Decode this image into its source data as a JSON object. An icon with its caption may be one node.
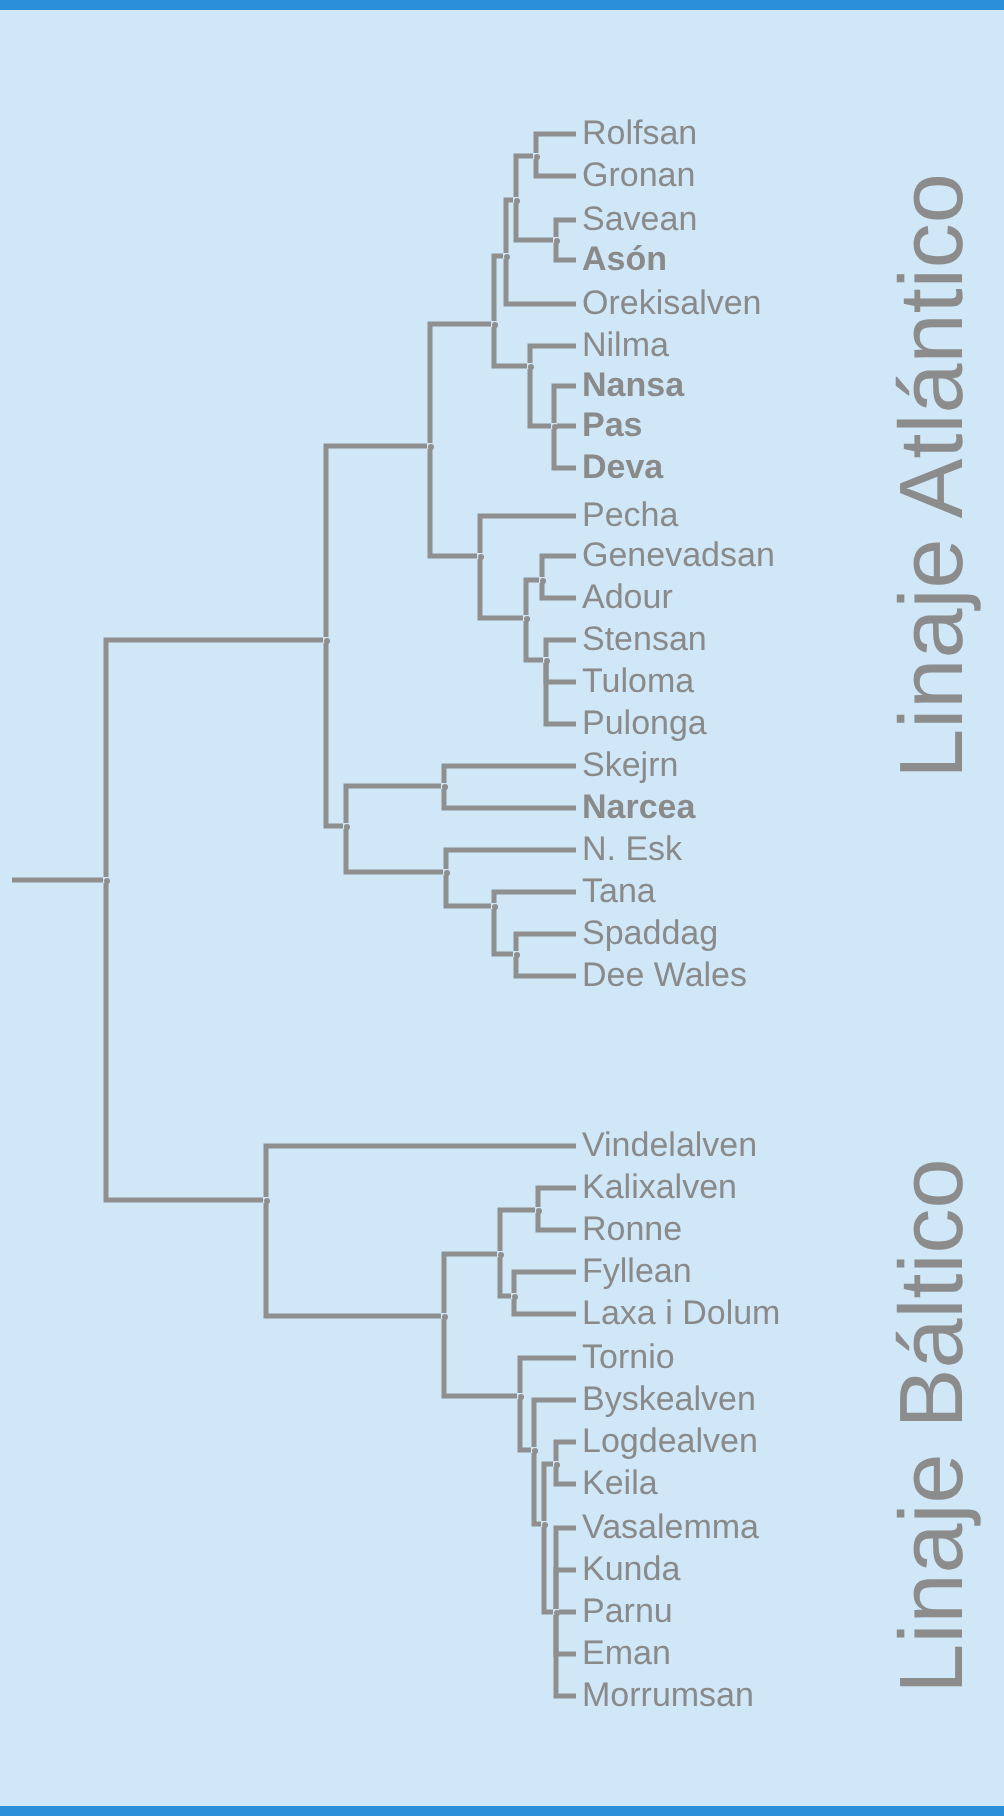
{
  "diagram": {
    "nodes": [
      {
        "text": [],
        "shape": "point"
      },
      {
        "text": [],
        "shape": "point"
      },
      {
        "text": [],
        "shape": "point"
      },
      {
        "text": [],
        "shape": "point"
      },
      {
        "text": [],
        "shape": "point"
      },
      {
        "text": [],
        "shape": "point"
      },
      {
        "text": [],
        "shape": "point"
      },
      {
        "text": [
          "Rolfsan"
        ]
      },
      {
        "text": [
          "Gronan"
        ]
      },
      {
        "text": [],
        "shape": "point"
      },
      {
        "text": [
          "Savean"
        ]
      },
      {
        "text": [
          "**Asón**"
        ]
      },
      {
        "text": [
          "Orekisalven"
        ]
      },
      {
        "text": [],
        "shape": "point"
      },
      {
        "text": [
          "Nilma"
        ]
      },
      {
        "text": [],
        "shape": "point"
      },
      {
        "text": [
          "**Nansa**"
        ]
      },
      {
        "text": [
          "**Pas**"
        ]
      },
      {
        "text": [
          "**Deva**"
        ]
      },
      {
        "text": [],
        "shape": "point"
      },
      {
        "text": [
          "Pecha"
        ]
      },
      {
        "text": [],
        "shape": "point"
      },
      {
        "text": [],
        "shape": "point"
      },
      {
        "text": [
          "Genevadsan"
        ]
      },
      {
        "text": [
          "Adour"
        ]
      },
      {
        "text": [],
        "shape": "point"
      },
      {
        "text": [
          "Stensan"
        ]
      },
      {
        "text": [
          "Tuloma"
        ]
      },
      {
        "text": [
          "Pulonga"
        ]
      },
      {
        "text": [],
        "shape": "point"
      },
      {
        "text": [],
        "shape": "point"
      },
      {
        "text": [
          "Skejrn"
        ]
      },
      {
        "text": [
          "**Narcea**"
        ]
      },
      {
        "text": [],
        "shape": "point"
      },
      {
        "text": [
          "N. Esk"
        ]
      },
      {
        "text": [],
        "shape": "point"
      },
      {
        "text": [
          "Tana"
        ]
      },
      {
        "text": [],
        "shape": "point"
      },
      {
        "text": [
          "Spaddag"
        ]
      },
      {
        "text": [
          "Dee Wales"
        ]
      },
      {
        "text": [],
        "shape": "point"
      },
      {
        "text": [
          "Vindelalven"
        ]
      },
      {
        "text": [],
        "shape": "point"
      },
      {
        "text": [],
        "shape": "point"
      },
      {
        "text": [],
        "shape": "point"
      },
      {
        "text": [
          "Kalixalven"
        ]
      },
      {
        "text": [
          "Ronne"
        ]
      },
      {
        "text": [],
        "shape": "point"
      },
      {
        "text": [
          "Fyllean"
        ]
      },
      {
        "text": [
          "Laxa i Dolum"
        ]
      },
      {
        "text": [],
        "shape": "point"
      },
      {
        "text": [
          "Tornio"
        ]
      },
      {
        "text": [],
        "shape": "point"
      },
      {
        "text": [
          "Byskealven"
        ]
      },
      {
        "text": [],
        "shape": "point"
      },
      {
        "text": [],
        "shape": "point"
      },
      {
        "text": [
          "Logdealven"
        ]
      },
      {
        "text": [
          "Keila"
        ]
      },
      {
        "text": [],
        "shape": "point"
      },
      {
        "text": [
          "Vasalemma"
        ]
      },
      {
        "text": [
          "Kunda"
        ]
      },
      {
        "text": [
          "Parnu"
        ]
      },
      {
        "text": [
          "Eman"
        ]
      },
      {
        "text": [
          "Morrumsan"
        ]
      }
    ],
    "edges": [
      {
        "from": null,
        "to": 0,
        "arrow": "none"
      },
      {
        "from": 0,
        "to": 1,
        "arrow": "none"
      },
      {
        "from": 1,
        "to": 2,
        "arrow": "none"
      },
      {
        "from": 2,
        "to": 3,
        "arrow": "none"
      },
      {
        "from": 3,
        "to": 4,
        "arrow": "none"
      },
      {
        "from": 4,
        "to": 5,
        "arrow": "none"
      },
      {
        "from": 5,
        "to": 6,
        "arrow": "none"
      },
      {
        "from": 6,
        "to": 7,
        "arrow": "none"
      },
      {
        "from": 6,
        "to": 8,
        "arrow": "none"
      },
      {
        "from": 5,
        "to": 9,
        "arrow": "none"
      },
      {
        "from": 9,
        "to": 10,
        "arrow": "none"
      },
      {
        "from": 9,
        "to": 11,
        "arrow": "none"
      },
      {
        "from": 4,
        "to": 12,
        "arrow": "none"
      },
      {
        "from": 3,
        "to": 13,
        "arrow": "none"
      },
      {
        "from": 13,
        "to": 14,
        "arrow": "none"
      },
      {
        "from": 13,
        "to": 15,
        "arrow": "none"
      },
      {
        "from": 15,
        "to": 16,
        "arrow": "none"
      },
      {
        "from": 15,
        "to": 17,
        "arrow": "none"
      },
      {
        "from": 15,
        "to": 18,
        "arrow": "none"
      },
      {
        "from": 2,
        "to": 19,
        "arrow": "none"
      },
      {
        "from": 19,
        "to": 20,
        "arrow": "none"
      },
      {
        "from": 19,
        "to": 21,
        "arrow": "none"
      },
      {
        "from": 21,
        "to": 22,
        "arrow": "none"
      },
      {
        "from": 22,
        "to": 23,
        "arrow": "none"
      },
      {
        "from": 22,
        "to": 24,
        "arrow": "none"
      },
      {
        "from": 21,
        "to": 25,
        "arrow": "none"
      },
      {
        "from": 25,
        "to": 26,
        "arrow": "none"
      },
      {
        "from": 25,
        "to": 27,
        "arrow": "none"
      },
      {
        "from": 25,
        "to": 28,
        "arrow": "none"
      },
      {
        "from": 1,
        "to": 29,
        "arrow": "none"
      },
      {
        "from": 29,
        "to": 30,
        "arrow": "none"
      },
      {
        "from": 30,
        "to": 31,
        "arrow": "none"
      },
      {
        "from": 30,
        "to": 32,
        "arrow": "none"
      },
      {
        "from": 29,
        "to": 33,
        "arrow": "none"
      },
      {
        "from": 33,
        "to": 34,
        "arrow": "none"
      },
      {
        "from": 33,
        "to": 35,
        "arrow": "none"
      },
      {
        "from": 35,
        "to": 36,
        "arrow": "none"
      },
      {
        "from": 35,
        "to": 37,
        "arrow": "none"
      },
      {
        "from": 37,
        "to": 38,
        "arrow": "none"
      },
      {
        "from": 37,
        "to": 39,
        "arrow": "none"
      },
      {
        "from": 0,
        "to": 40,
        "arrow": "none"
      },
      {
        "from": 40,
        "to": 41,
        "arrow": "none"
      },
      {
        "from": 40,
        "to": 42,
        "arrow": "none"
      },
      {
        "from": 42,
        "to": 43,
        "arrow": "none"
      },
      {
        "from": 43,
        "to": 44,
        "arrow": "none"
      },
      {
        "from": 44,
        "to": 45,
        "arrow": "none"
      },
      {
        "from": 44,
        "to": 46,
        "arrow": "none"
      },
      {
        "from": 43,
        "to": 47,
        "arrow": "none"
      },
      {
        "from": 47,
        "to": 48,
        "arrow": "none"
      },
      {
        "from": 47,
        "to": 49,
        "arrow": "none"
      },
      {
        "from": 42,
        "to": 50,
        "arrow": "none"
      },
      {
        "from": 50,
        "to": 51,
        "arrow": "none"
      },
      {
        "from": 50,
        "to": 52,
        "arrow": "none"
      },
      {
        "from": 52,
        "to": 53,
        "arrow": "none"
      },
      {
        "from": 52,
        "to": 54,
        "arrow": "none"
      },
      {
        "from": 54,
        "to": 55,
        "arrow": "none"
      },
      {
        "from": 55,
        "to": 56,
        "arrow": "none"
      },
      {
        "from": 55,
        "to": 57,
        "arrow": "none"
      },
      {
        "from": 54,
        "to": 58,
        "arrow": "none"
      },
      {
        "from": 58,
        "to": 59,
        "arrow": "none"
      },
      {
        "from": 58,
        "to": 60,
        "arrow": "none"
      },
      {
        "from": 58,
        "to": 61,
        "arrow": "none"
      },
      {
        "from": 58,
        "to": 62,
        "arrow": "none"
      },
      {
        "from": 58,
        "to": 63,
        "arrow": "none"
      }
    ],
    "labels": [
      "Linaje Atlántico",
      "Linaje Báltico"
    ]
  }
}
